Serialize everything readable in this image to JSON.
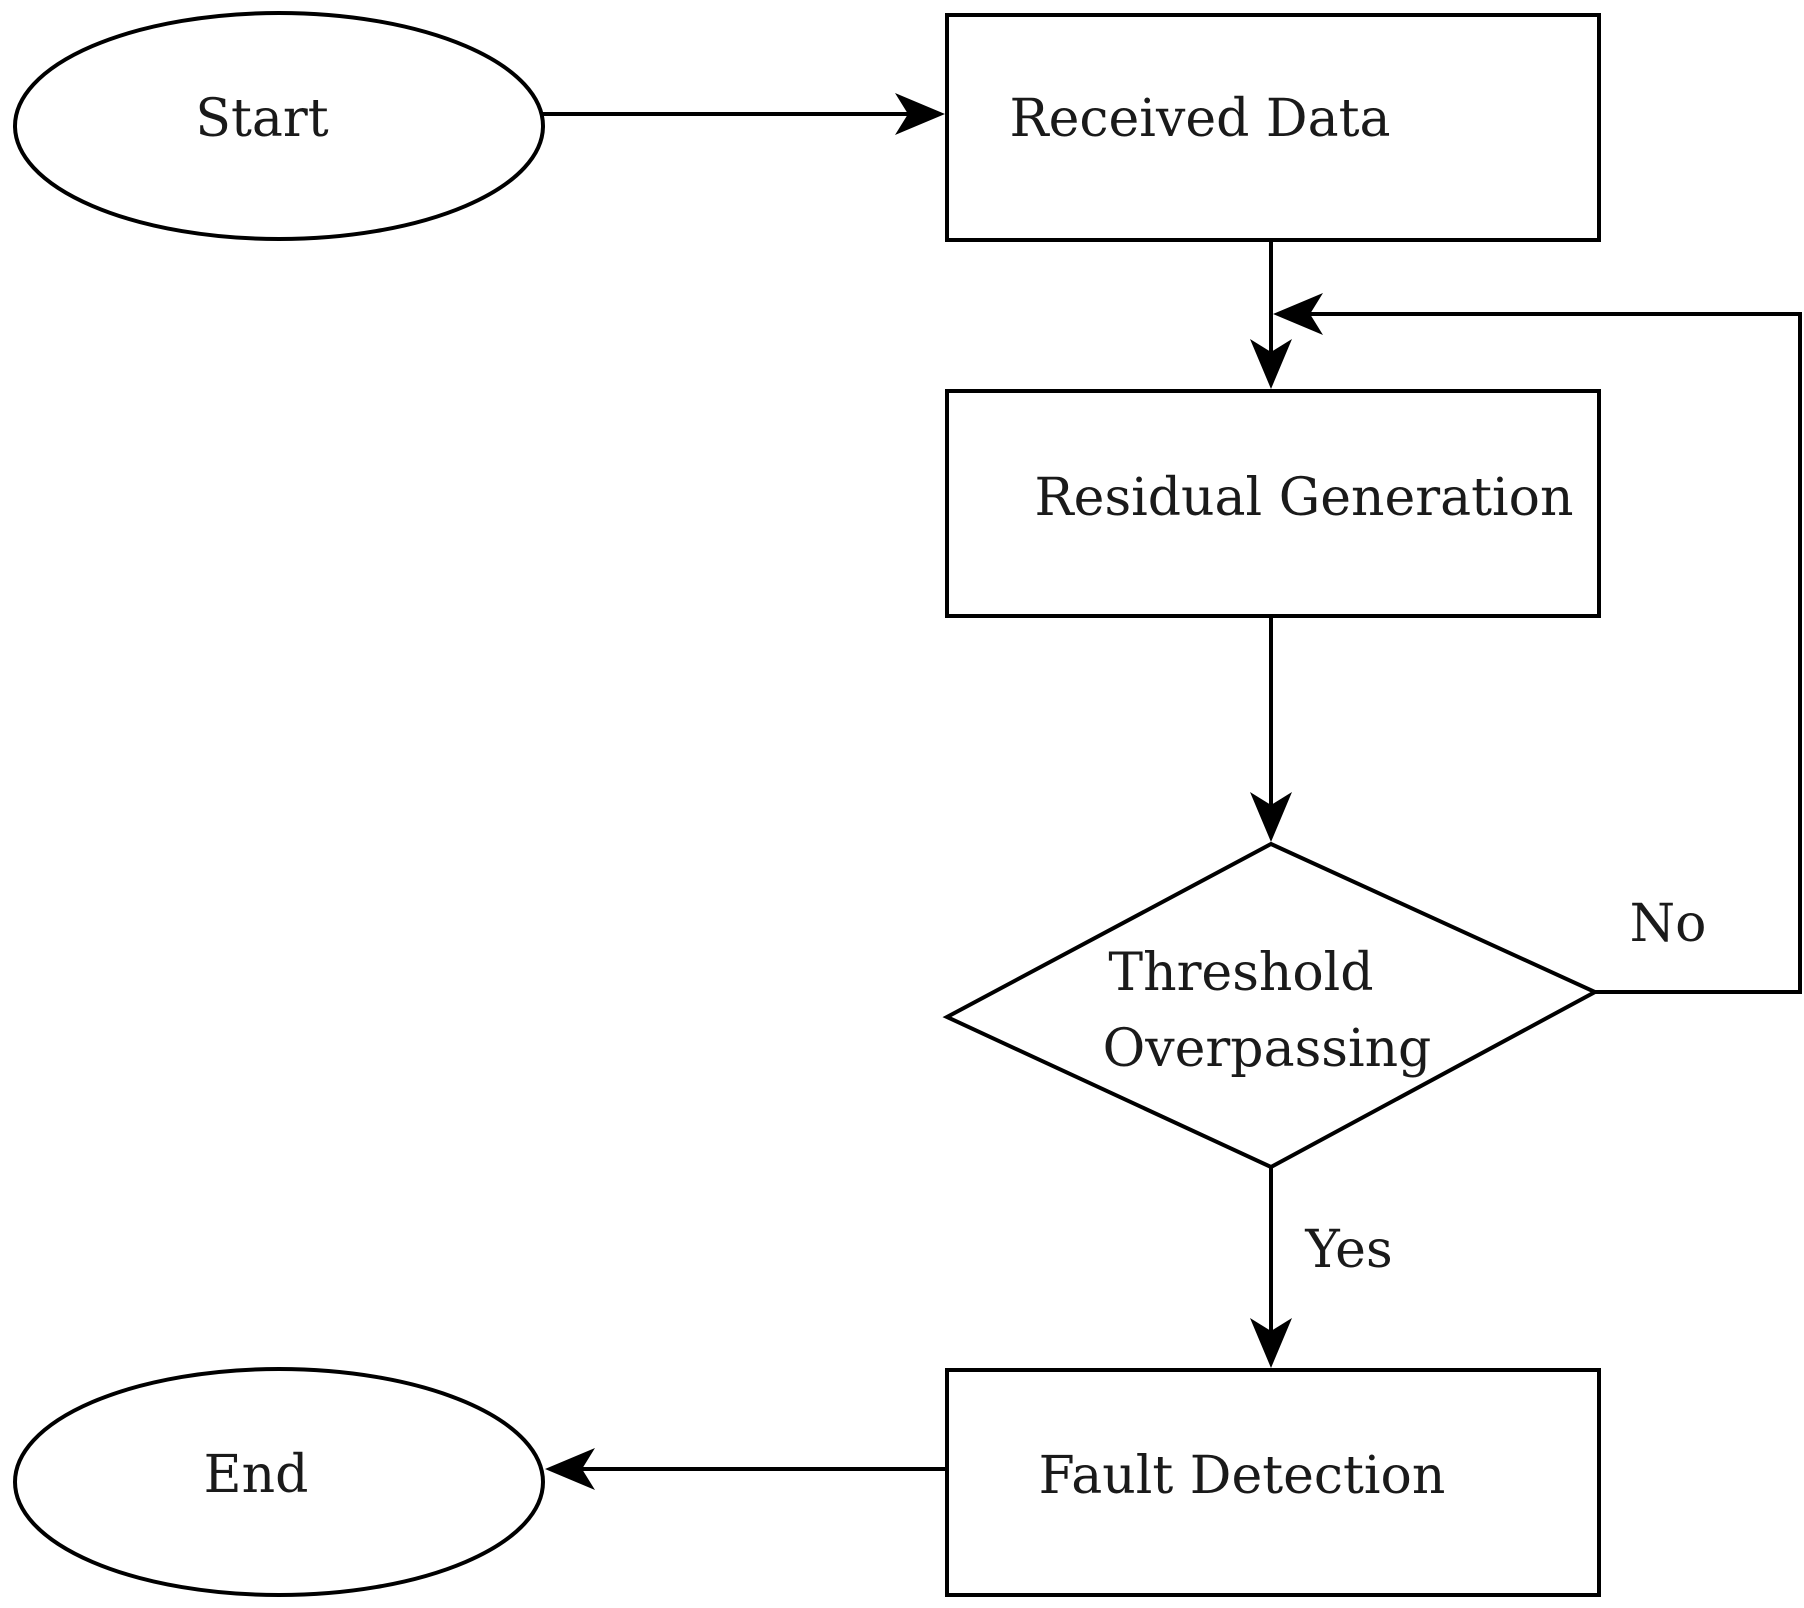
{
  "nodes": {
    "start": {
      "label": "Start"
    },
    "received": {
      "label": "Received Data"
    },
    "residual": {
      "label": "Residual Generation"
    },
    "threshold": {
      "label_line1": "Threshold",
      "label_line2": "Overpassing"
    },
    "fault": {
      "label": "Fault Detection"
    },
    "end": {
      "label": "End"
    }
  },
  "edges": {
    "no_label": "No",
    "yes_label": "Yes"
  }
}
